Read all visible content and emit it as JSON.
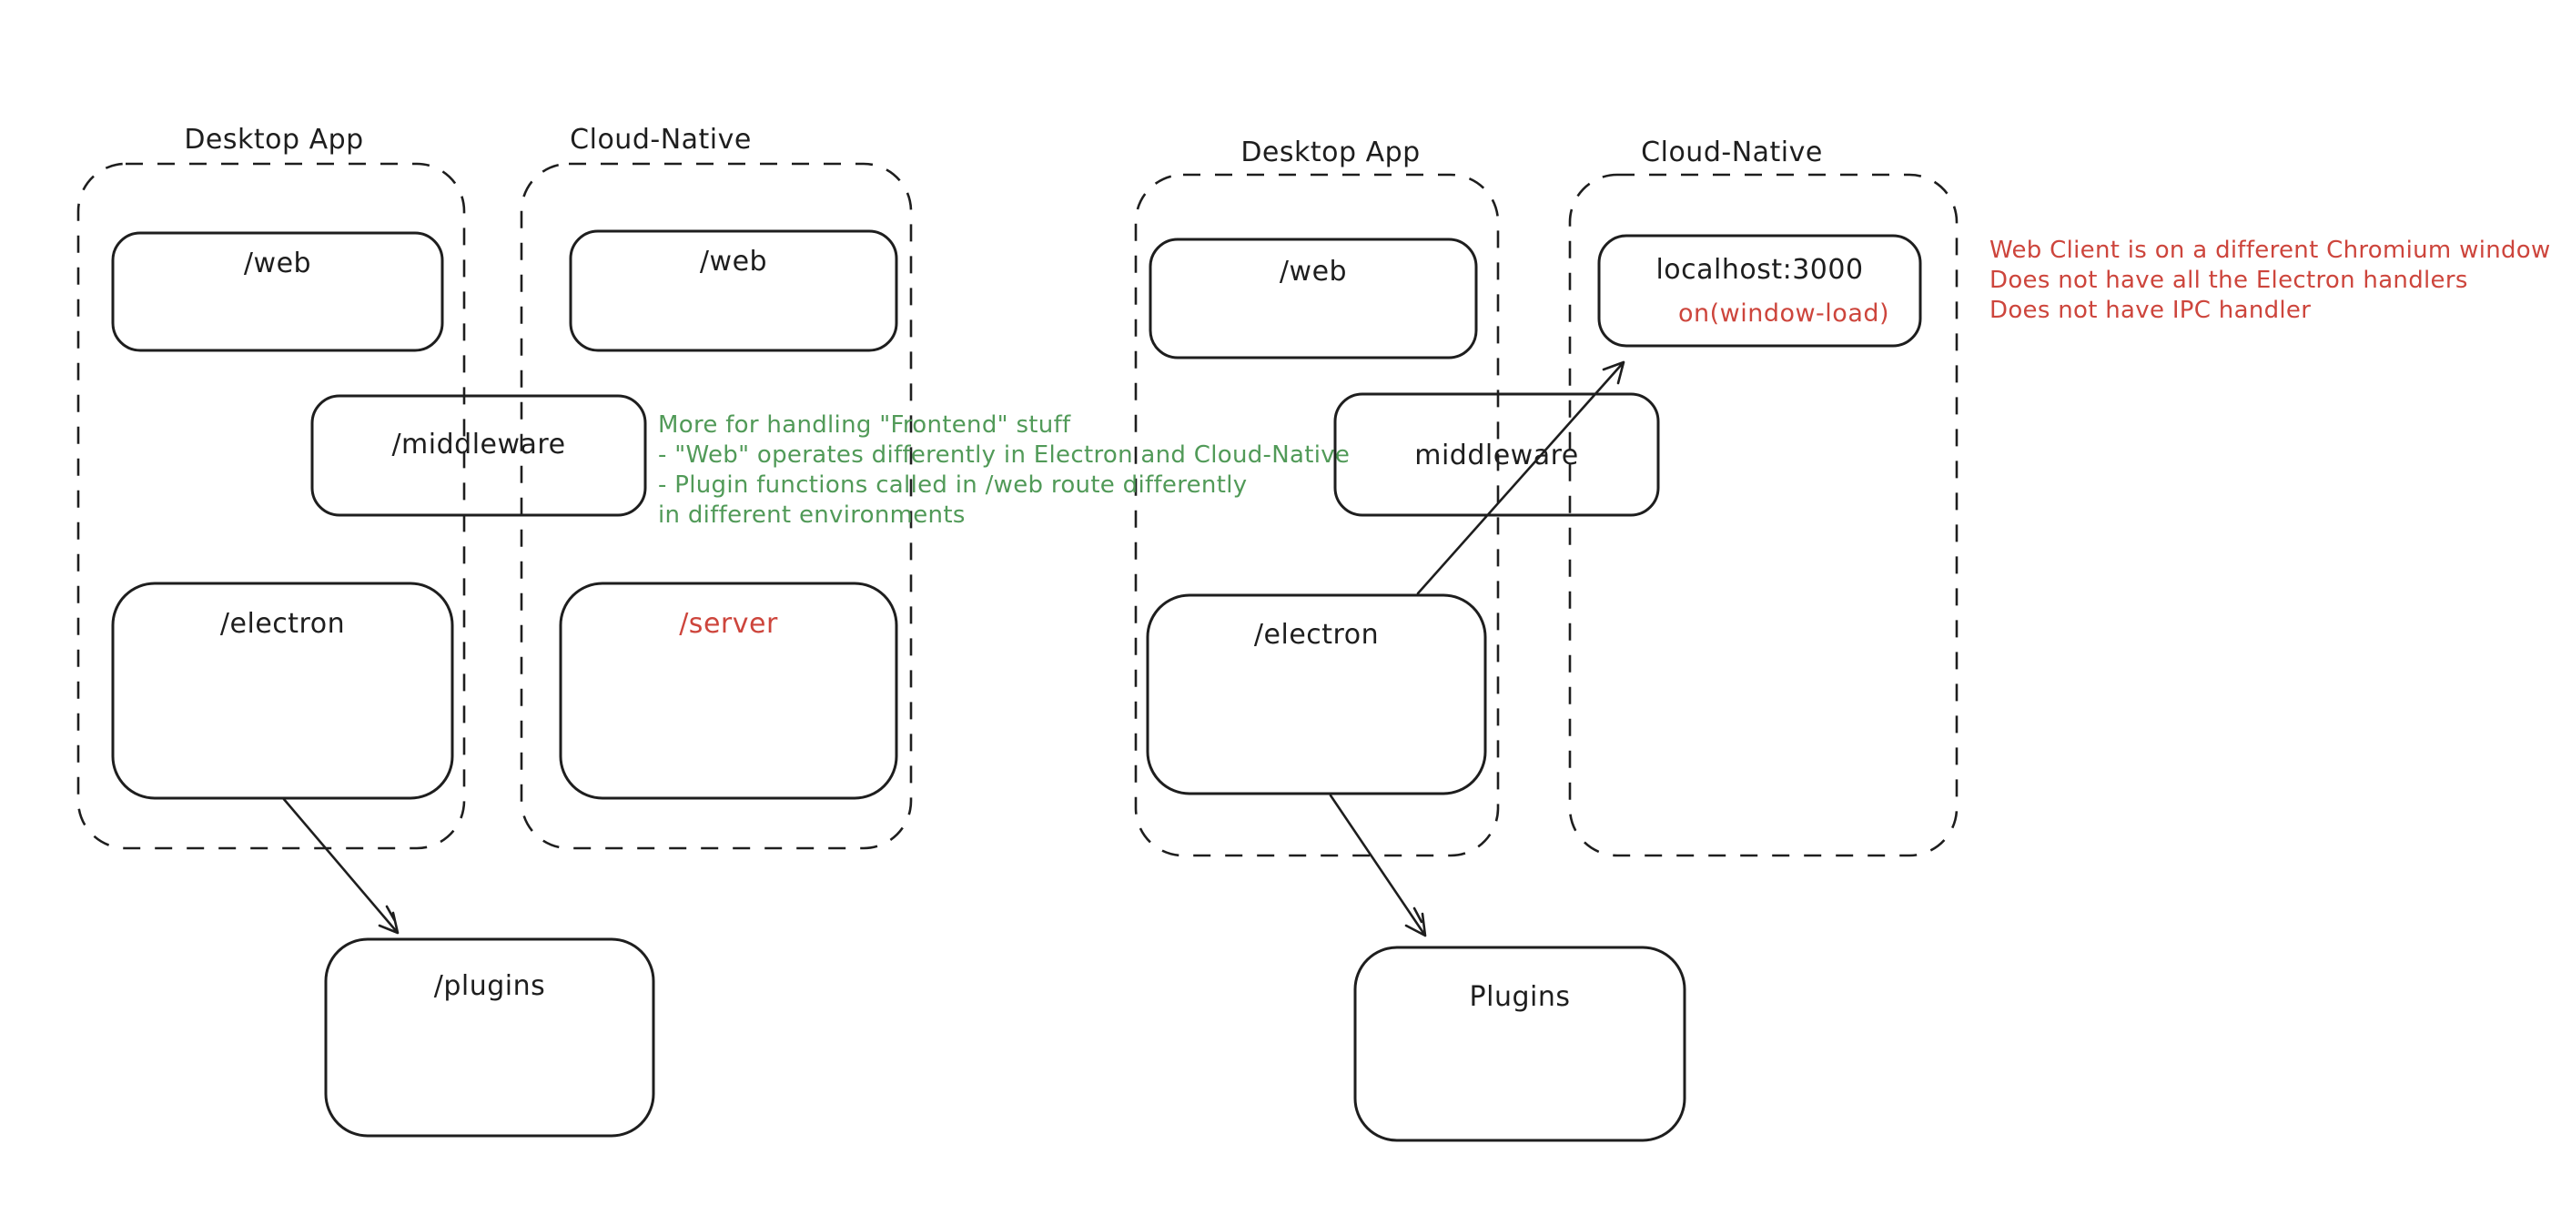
{
  "colors": {
    "ink": "#1e1e1e",
    "green": "#519a58",
    "red": "#cd453c",
    "canvas": "#ffffff"
  },
  "left": {
    "desktop_label": "Desktop App",
    "cloud_label": "Cloud-Native",
    "web_desktop": "/web",
    "web_cloud": "/web",
    "middleware": "/middleware",
    "electron": "/electron",
    "server": "/server",
    "plugins": "/plugins",
    "note_lines": [
      "More for handling \"Frontend\" stuff",
      "- \"Web\" operates differently in Electron and Cloud-Native",
      "- Plugin functions called in /web route differently",
      "in different environments"
    ]
  },
  "right": {
    "desktop_label": "Desktop App",
    "cloud_label": "Cloud-Native",
    "web": "/web",
    "localhost": "localhost:3000",
    "window_load": "on(window-load)",
    "middleware": "middleware",
    "electron": "/electron",
    "plugins": "Plugins",
    "note_lines": [
      "Web Client is on a different Chromium window",
      "Does not have all the Electron handlers",
      "Does not have IPC handler"
    ]
  }
}
